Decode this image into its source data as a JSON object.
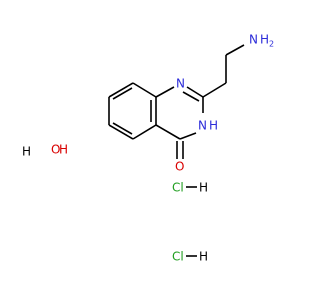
{
  "molecule": {
    "atoms": {
      "amine_n": "N",
      "amine_h2": "H",
      "amine_h2_sub": "2",
      "ring_n1": "N",
      "ring_n3": "N",
      "ring_n3_h": "H",
      "carbonyl_o": "O"
    },
    "water": {
      "h": "H",
      "o": "O",
      "h2": "H"
    },
    "salts": [
      {
        "cl": "Cl",
        "h": "H"
      },
      {
        "cl": "Cl",
        "h": "H"
      }
    ]
  },
  "colors": {
    "nitrogen": "#2b2bd9",
    "oxygen": "#d90000",
    "chlorine": "#1f9e1f",
    "bond": "#000000"
  }
}
